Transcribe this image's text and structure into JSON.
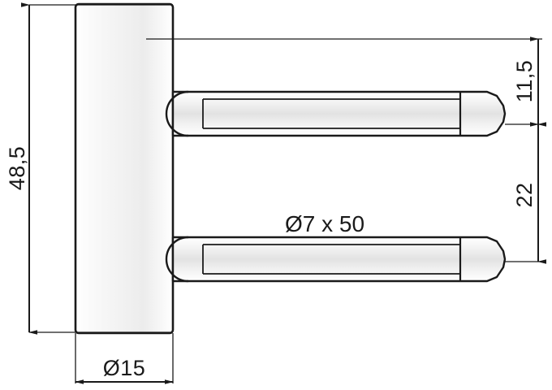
{
  "drawing": {
    "title": "technical-drawing-hinge-pin",
    "background_color": "#ffffff",
    "line_color": "#1a1a1a",
    "body_fill_light": "#f2f2f2",
    "body_fill_mid": "#e6e6e6",
    "dimensions": {
      "height_overall": "48,5",
      "plate_thickness": "Ø15",
      "top_offset": "11,5",
      "pin_spacing": "22",
      "pin_spec": "Ø7 x 50"
    }
  },
  "labels": {
    "overall_height": "48,5",
    "plate_diameter": "Ø15",
    "offset_small": "11,5",
    "offset_large": "22",
    "pin_callout": "Ø7 x 50"
  }
}
